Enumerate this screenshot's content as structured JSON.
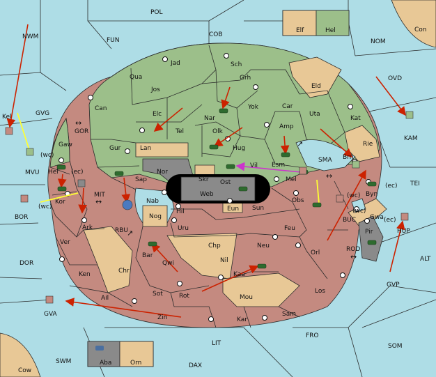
{
  "colors": {
    "sea": "#aedde6",
    "power_green": "#9cbf8a",
    "power_tan": "#e8c896",
    "power_rose": "#c48a80",
    "neutral_gray": "#8a8a8a",
    "black_hole": "#000000",
    "order_move": "#cc2200",
    "order_support": "#ffff33",
    "order_convoy": "#cc33cc",
    "army": "#2e6b2e"
  },
  "sea_labels": {
    "pol": "POL",
    "fun": "FUN",
    "cob": "COB",
    "nwm": "NWM",
    "nom": "NOM",
    "con": "Con",
    "gvg": "GVG",
    "ovd": "OVD",
    "gor": "GOR",
    "mvu": "MVU",
    "kam": "KAM",
    "sma": "SMA",
    "mit": "MIT",
    "bor": "BOR",
    "rbu": "RBU",
    "tei": "TEI",
    "buc": "BUC",
    "rod": "ROD",
    "dor": "DOR",
    "alt": "ALT",
    "gvp": "GVP",
    "gva": "GVA",
    "fro": "FRO",
    "lit": "LIT",
    "som": "SOM",
    "swm": "SWM",
    "dax": "DAX",
    "cow": "Cow"
  },
  "land_labels": {
    "jad": "Jad",
    "sch": "Sch",
    "qua": "Qua",
    "jos": "Jos",
    "grh": "Grh",
    "eld": "Eld",
    "can": "Can",
    "elc": "Elc",
    "nar": "Nar",
    "yok": "Yok",
    "car": "Car",
    "uta": "Uta",
    "kat": "Kat",
    "tel": "Tel",
    "olk": "Olk",
    "amp": "Amp",
    "rie": "Rie",
    "gur": "Gur",
    "lan": "Lan",
    "hug": "Hug",
    "esm": "Esm",
    "brn": "Brn",
    "nor": "Nor",
    "skr": "Skr",
    "vil": "Vil",
    "mel": "Mel",
    "sap": "Sap",
    "ost": "Ost",
    "web": "Web",
    "byn": "Byn",
    "nab": "Nab",
    "eun": "Eun",
    "sun": "Sun",
    "obs": "Obs",
    "gwa": "Gwa",
    "hil": "Hil",
    "nog": "Nog",
    "uru": "Uru",
    "feu": "Feu",
    "pir": "Pir",
    "chp": "Chp",
    "neu": "Neu",
    "orl": "Orl",
    "bar": "Bar",
    "qwi": "Qwi",
    "nil": "Nil",
    "ark": "Ark",
    "ver": "Ver",
    "ken": "Ken",
    "chr": "Chr",
    "kaa": "Kaa",
    "sot": "Sot",
    "rot": "Rot",
    "mou": "Mou",
    "los": "Los",
    "ail": "Ail",
    "zin": "Zin",
    "kar": "Kar",
    "sam": "Sam",
    "gaw": "Gaw",
    "hel": "Hel",
    "kor": "Kor",
    "kel": "Kel",
    "hup": "HUP"
  },
  "coast_labels": {
    "hel_ec": "(ec)",
    "kor_wc": "(wc)",
    "mvu_wc": "(wc)",
    "byn_wc": "(wc)",
    "byn_ec": "(ec)",
    "gwa_wc": "(wc)",
    "gwa_ec": "(ec)"
  },
  "inset_top": {
    "elf": "Elf",
    "hel": "Hel"
  },
  "inset_bottom": {
    "aba": "Aba",
    "orn": "Orn"
  }
}
